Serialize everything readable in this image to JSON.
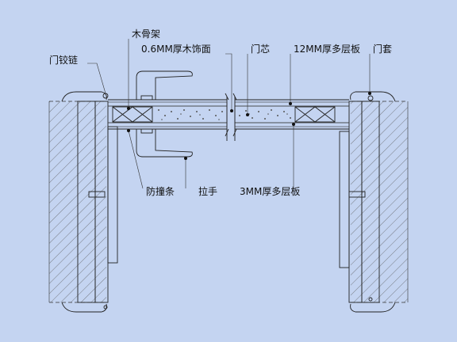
{
  "labels": {
    "wood_keel": "木骨架",
    "veneer": "0.6MM厚木饰面",
    "hinge": "门铰链",
    "door_core": "门芯",
    "plywood_12": "12MM厚多层板",
    "door_casing": "门套",
    "bumper_strip": "防撞条",
    "handle": "拉手",
    "plywood_3": "3MM厚多层板"
  },
  "colors": {
    "background": "#c4d4f1",
    "line": "#222222",
    "dot": "#111111"
  }
}
